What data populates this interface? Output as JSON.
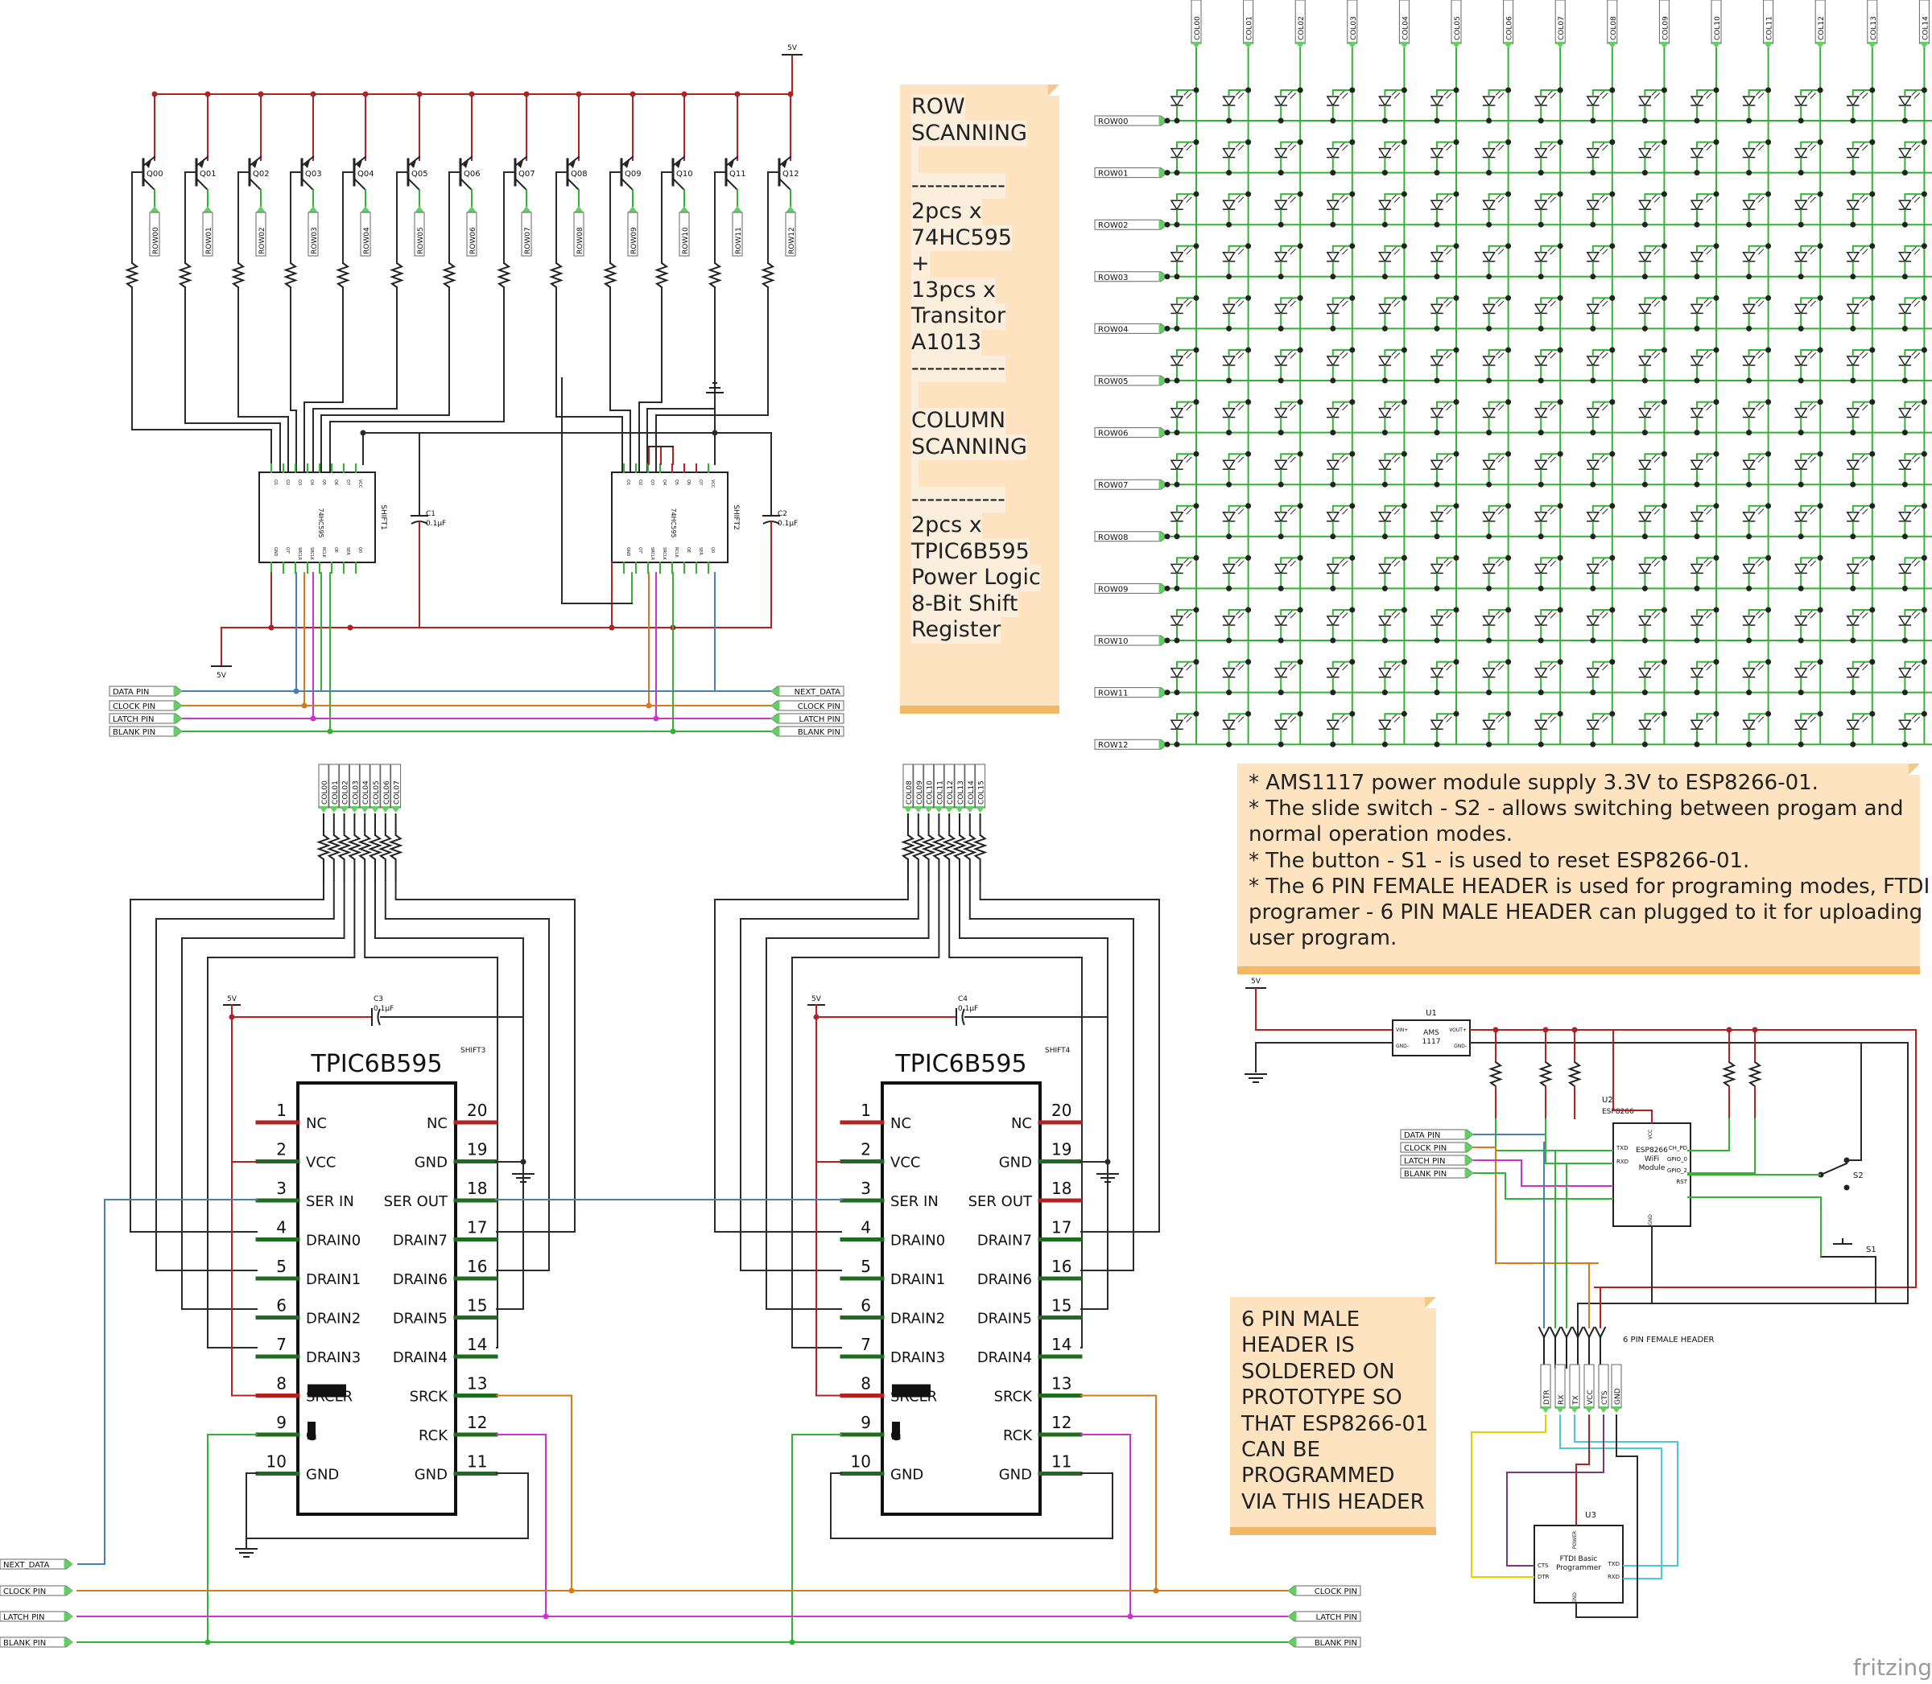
{
  "notes": {
    "row_scanning": [
      "ROW",
      "SCANNING",
      "",
      "------------",
      "2pcs x",
      "74HC595",
      "+",
      "13pcs x",
      "Transitor",
      "A1013",
      "------------",
      "",
      "COLUMN",
      "SCANNING",
      "",
      "------------",
      "2pcs x",
      "TPIC6B595",
      "Power Logic",
      "8-Bit Shift",
      "Register"
    ],
    "esp_notes": [
      "* AMS1117 power module supply 3.3V to ESP8266-01.",
      "* The slide switch - S2 - allows switching between progam and",
      "normal operation modes.",
      "* The button - S1 - is used to reset ESP8266-01.",
      "* The 6 PIN FEMALE HEADER is used for programing modes, FTDI",
      "programer - 6 PIN MALE HEADER can plugged to it for uploading",
      "user program."
    ],
    "male_header": [
      "6 PIN MALE",
      "HEADER IS",
      "SOLDERED ON",
      "PROTOTYPE SO",
      "THAT ESP8266-01",
      "CAN BE",
      "PROGRAMMED",
      "VIA THIS HEADER"
    ]
  },
  "transistors": [
    "Q00",
    "Q01",
    "Q02",
    "Q03",
    "Q04",
    "Q05",
    "Q06",
    "Q07",
    "Q08",
    "Q09",
    "Q10",
    "Q11",
    "Q12"
  ],
  "rows": [
    "ROW00",
    "ROW01",
    "ROW02",
    "ROW03",
    "ROW04",
    "ROW05",
    "ROW06",
    "ROW07",
    "ROW08",
    "ROW09",
    "ROW10",
    "ROW11",
    "ROW12"
  ],
  "cols": [
    "COL00",
    "COL01",
    "COL02",
    "COL03",
    "COL04",
    "COL05",
    "COL06",
    "COL07",
    "COL08",
    "COL09",
    "COL10",
    "COL11",
    "COL12",
    "COL13",
    "COL14"
  ],
  "cols_shift3": [
    "COL00",
    "COL01",
    "COL02",
    "COL03",
    "COL04",
    "COL05",
    "COL06",
    "COL07"
  ],
  "cols_shift4": [
    "COL08",
    "COL09",
    "COL10",
    "COL11",
    "COL12",
    "COL13",
    "COL14",
    "COL15"
  ],
  "shift_regs": {
    "shift1": {
      "ref": "SHIFT1",
      "part": "74HC595"
    },
    "shift2": {
      "ref": "SHIFT2",
      "part": "74HC595"
    },
    "shift3": {
      "ref": "SHIFT3",
      "part": "TPIC6B595"
    },
    "shift4": {
      "ref": "SHIFT4",
      "part": "TPIC6B595"
    }
  },
  "caps": {
    "c1": [
      "C1",
      "0.1µF"
    ],
    "c2": [
      "C2",
      "0.1µF"
    ],
    "c3": [
      "C3",
      "0.1µF"
    ],
    "c4": [
      "C4",
      "0.1µF"
    ]
  },
  "tpic_left_pins": [
    {
      "num": "1",
      "name": "NC"
    },
    {
      "num": "2",
      "name": "VCC"
    },
    {
      "num": "3",
      "name": "SER IN"
    },
    {
      "num": "4",
      "name": "DRAIN0"
    },
    {
      "num": "5",
      "name": "DRAIN1"
    },
    {
      "num": "6",
      "name": "DRAIN2"
    },
    {
      "num": "7",
      "name": "DRAIN3"
    },
    {
      "num": "8",
      "name": "SRCLR"
    },
    {
      "num": "9",
      "name": "G"
    },
    {
      "num": "10",
      "name": "GND"
    }
  ],
  "tpic_right_pins": [
    {
      "num": "20",
      "name": "NC"
    },
    {
      "num": "19",
      "name": "GND"
    },
    {
      "num": "18",
      "name": "SER OUT"
    },
    {
      "num": "17",
      "name": "DRAIN7"
    },
    {
      "num": "16",
      "name": "DRAIN6"
    },
    {
      "num": "15",
      "name": "DRAIN5"
    },
    {
      "num": "14",
      "name": "DRAIN4"
    },
    {
      "num": "13",
      "name": "SRCK"
    },
    {
      "num": "12",
      "name": "RCK"
    },
    {
      "num": "11",
      "name": "GND"
    }
  ],
  "hc595_top_pins": [
    "Q1",
    "Q2",
    "Q3",
    "Q4",
    "Q5",
    "Q6",
    "Q7",
    "VCC"
  ],
  "hc595_bottom_pins": [
    "GND",
    "Q7'",
    "SRCLR",
    "SRCLK",
    "RCLK",
    "OE",
    "SER",
    "Q0"
  ],
  "net_labels": {
    "data": "DATA PIN",
    "clock": "CLOCK PIN",
    "latch": "LATCH PIN",
    "blank": "BLANK PIN",
    "next": "NEXT_DATA"
  },
  "power": {
    "v5": "5V"
  },
  "esp": {
    "u1_ref": "U1",
    "u1_name": "AMS\n1117",
    "u1_l1": "VIN+",
    "u1_l2": "GND-",
    "u1_r1": "VOUT+",
    "u1_r2": "GND-",
    "u2_ref": "U2",
    "u2_sub": "ESP8266",
    "u2_name": "ESP8266\nWiFi\nModule",
    "u2_left": [
      "TXD",
      "RXD"
    ],
    "u2_right": [
      "CH_PD",
      "GPIO_0",
      "GPIO_2",
      "RST"
    ],
    "u2_top": "VCC",
    "u2_bottom": "GND",
    "s1": "S1",
    "s2": "S2",
    "female_header": "6 PIN FEMALE HEADER",
    "ftdi_pins": [
      "DTR",
      "RX",
      "TX",
      "VCC",
      "CTS",
      "GND"
    ],
    "u3_ref": "U3",
    "u3_name": "FTDI Basic\nProgrammer",
    "u3_left": [
      "CTS",
      "DTR"
    ],
    "u3_right": [
      "TXD",
      "RXD"
    ],
    "u3_top": "POWER",
    "u3_bottom": "GND"
  },
  "brand": "fritzing",
  "colors": {
    "wire_red": "#b22222",
    "wire_black": "#2b2b2b",
    "wire_green": "#33b233",
    "wire_blue": "#4a7fb5",
    "wire_orange": "#d47a1c",
    "wire_magenta": "#cc33cc",
    "wire_yellow": "#e0d000",
    "wire_cyan": "#4cc7d8",
    "note_bg": "#fde3c0",
    "note_bar": "#f3b866"
  }
}
